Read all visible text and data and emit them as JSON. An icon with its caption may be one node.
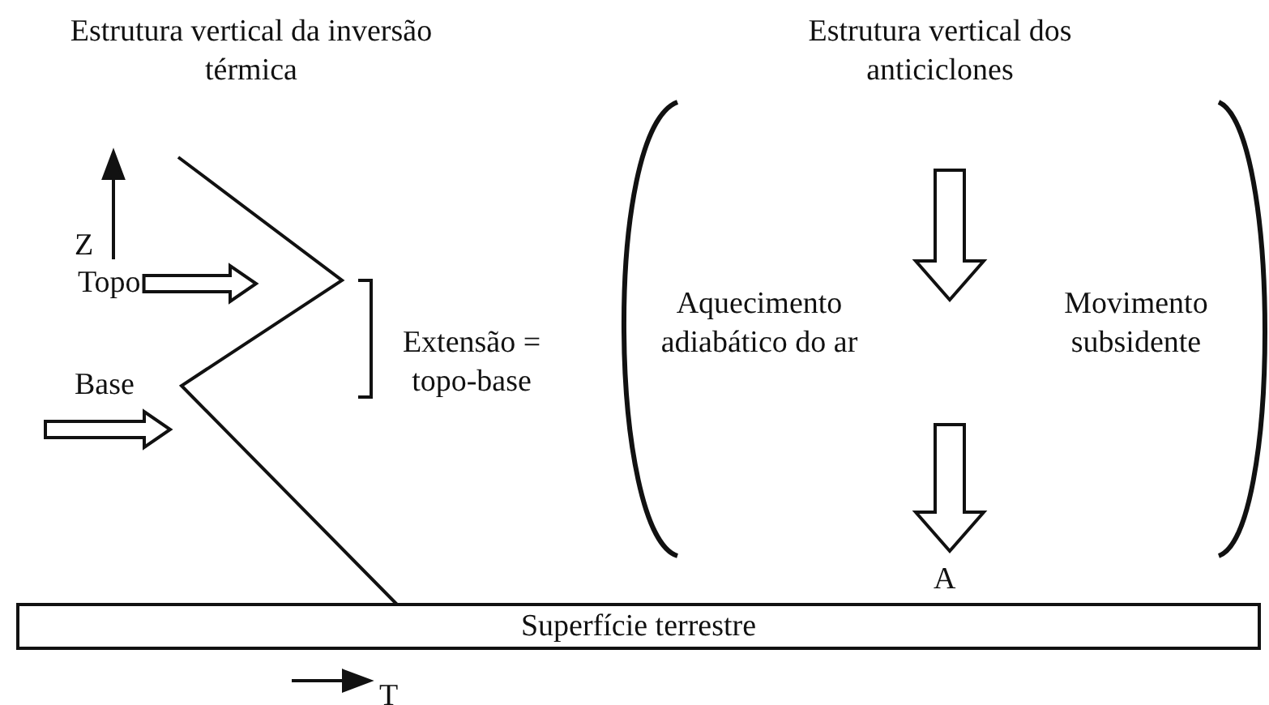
{
  "diagram": {
    "nodes": [
      {
        "text": [
          "Topo"
        ]
      },
      {
        "text": [
          "Base"
        ]
      },
      {
        "text": [
          "Superfície terrestre"
        ]
      }
    ],
    "edges": [
      {
        "from": 0,
        "to": null,
        "arrow": "to"
      },
      {
        "from": 1,
        "to": null,
        "arrow": "to"
      }
    ],
    "labels": [
      "Estrutura vertical da inversão térmica",
      "Estrutura vertical dos anticiclones",
      "Z",
      "Extensão = topo-base",
      "Aquecimento adiabático do ar",
      "Movimento subsidente",
      "A",
      "T"
    ]
  }
}
